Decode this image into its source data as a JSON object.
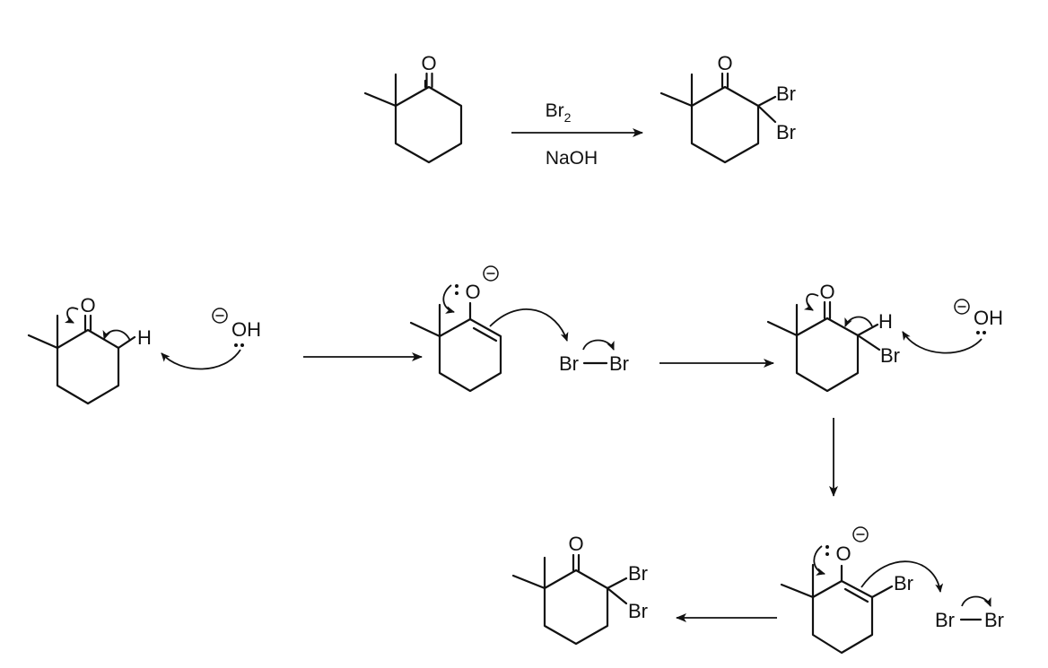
{
  "figure": {
    "background": "#ffffff",
    "ink": "#111111"
  },
  "overall_reaction": {
    "reagent_above_arrow": "Br",
    "reagent_above_subscript": "2",
    "reagent_below_arrow": "NaOH"
  },
  "atoms": {
    "oxygen": "O",
    "hydrogen": "H",
    "bromine": "Br",
    "hydroxide": "OH"
  },
  "mechanism": {
    "bromine_molecule_left": "Br",
    "bromine_molecule_right": "Br"
  }
}
